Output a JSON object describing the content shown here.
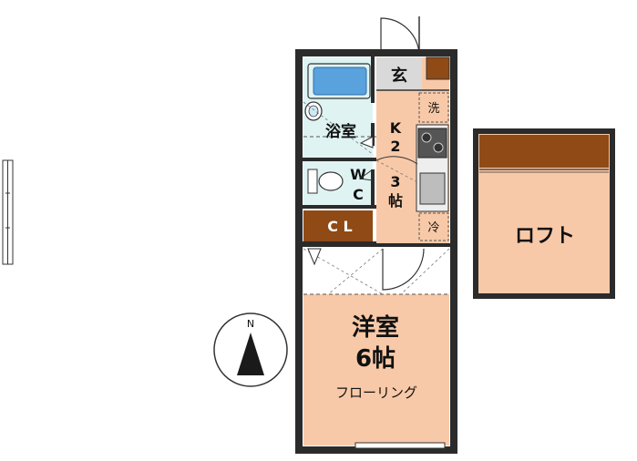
{
  "colors": {
    "wall": "#2b2b2b",
    "room_floor": "#f8c9a8",
    "bath_floor": "#dff3f3",
    "storage": "#8f4a16",
    "entry": "#d9d9d9",
    "tub": "#5aa2dd"
  },
  "rooms": {
    "genkan": "玄",
    "bath": "浴室",
    "kitchen_k": "K",
    "kitchen_2": "2",
    "kitchen_3": "3",
    "kitchen_jo": "帖",
    "wc_w": "W",
    "wc_c": "C",
    "closet": "C L",
    "washer": "洗",
    "fridge": "冷",
    "western_room": "洋室",
    "western_size": "6帖",
    "western_floor": "フローリング",
    "loft": "ロフト"
  },
  "compass": {
    "label": "N",
    "icon": "compass-north-icon"
  }
}
